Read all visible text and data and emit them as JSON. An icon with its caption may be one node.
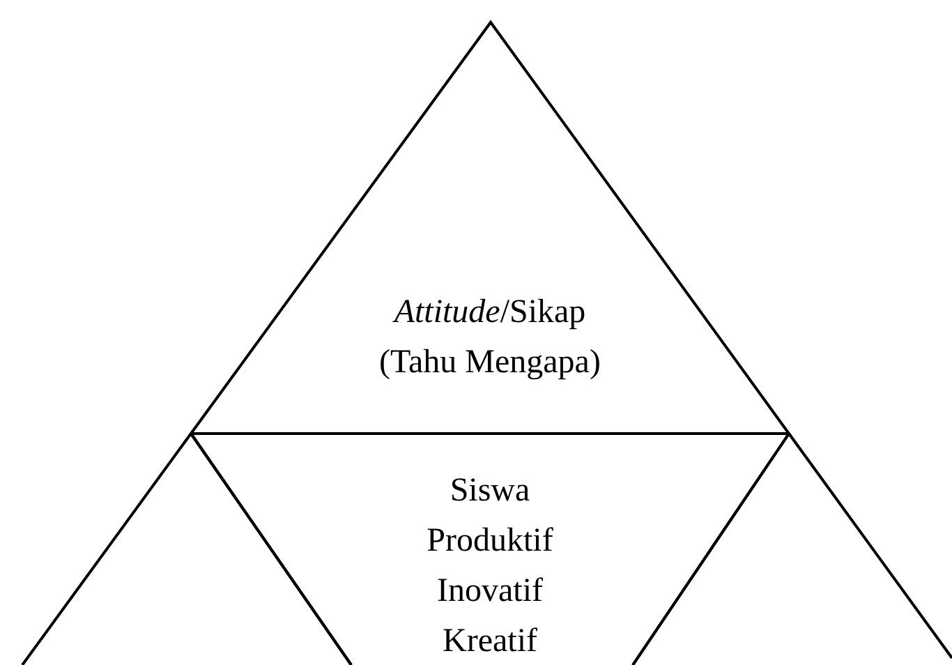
{
  "diagram": {
    "nodes": [
      {
        "text": [
          "*Attitude*/Sikap (Tahu Mengapa)"
        ]
      },
      {
        "text": [
          "Siswa Produktif Inovatif Kreatif"
        ]
      },
      {
        "text": [],
        "shape": "triangle"
      },
      {
        "text": [],
        "shape": "triangle"
      }
    ]
  }
}
